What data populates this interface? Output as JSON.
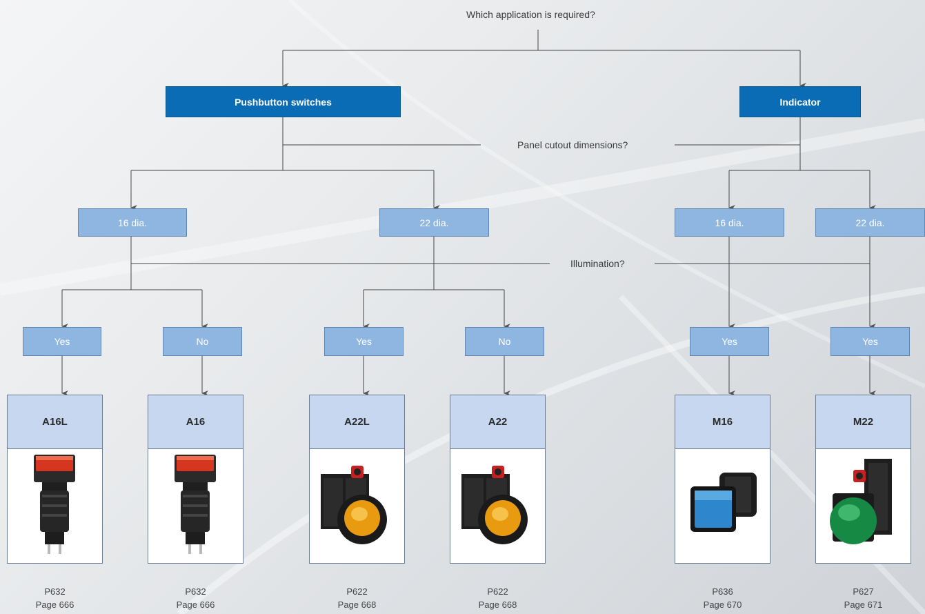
{
  "questions": {
    "application": "Which application is required?",
    "panel": "Panel cutout dimensions?",
    "illumination": "Illumination?"
  },
  "categories": {
    "pushbutton": "Pushbutton switches",
    "indicator": "Indicator"
  },
  "diameters": {
    "pb16": "16 dia.",
    "pb22": "22 dia.",
    "ind16": "16 dia.",
    "ind22": "22 dia."
  },
  "illumination_answers": [
    "Yes",
    "No",
    "Yes",
    "No",
    "Yes",
    "Yes"
  ],
  "products": [
    {
      "name": "A16L",
      "ref": "P632",
      "page": "Page 666",
      "icon": "red-square-pushbutton-icon"
    },
    {
      "name": "A16",
      "ref": "P632",
      "page": "Page 666",
      "icon": "red-square-pushbutton-icon"
    },
    {
      "name": "A22L",
      "ref": "P622",
      "page": "Page 668",
      "icon": "orange-round-pushbutton-icon"
    },
    {
      "name": "A22",
      "ref": "P622",
      "page": "Page 668",
      "icon": "orange-round-pushbutton-icon"
    },
    {
      "name": "M16",
      "ref": "P636",
      "page": "Page 670",
      "icon": "blue-square-indicator-icon"
    },
    {
      "name": "M22",
      "ref": "P627",
      "page": "Page 671",
      "icon": "green-round-indicator-icon"
    }
  ],
  "colors": {
    "primary_box": "#0a6cb4",
    "secondary_box": "#8fb6e1",
    "card_header": "#c6d7ef"
  }
}
